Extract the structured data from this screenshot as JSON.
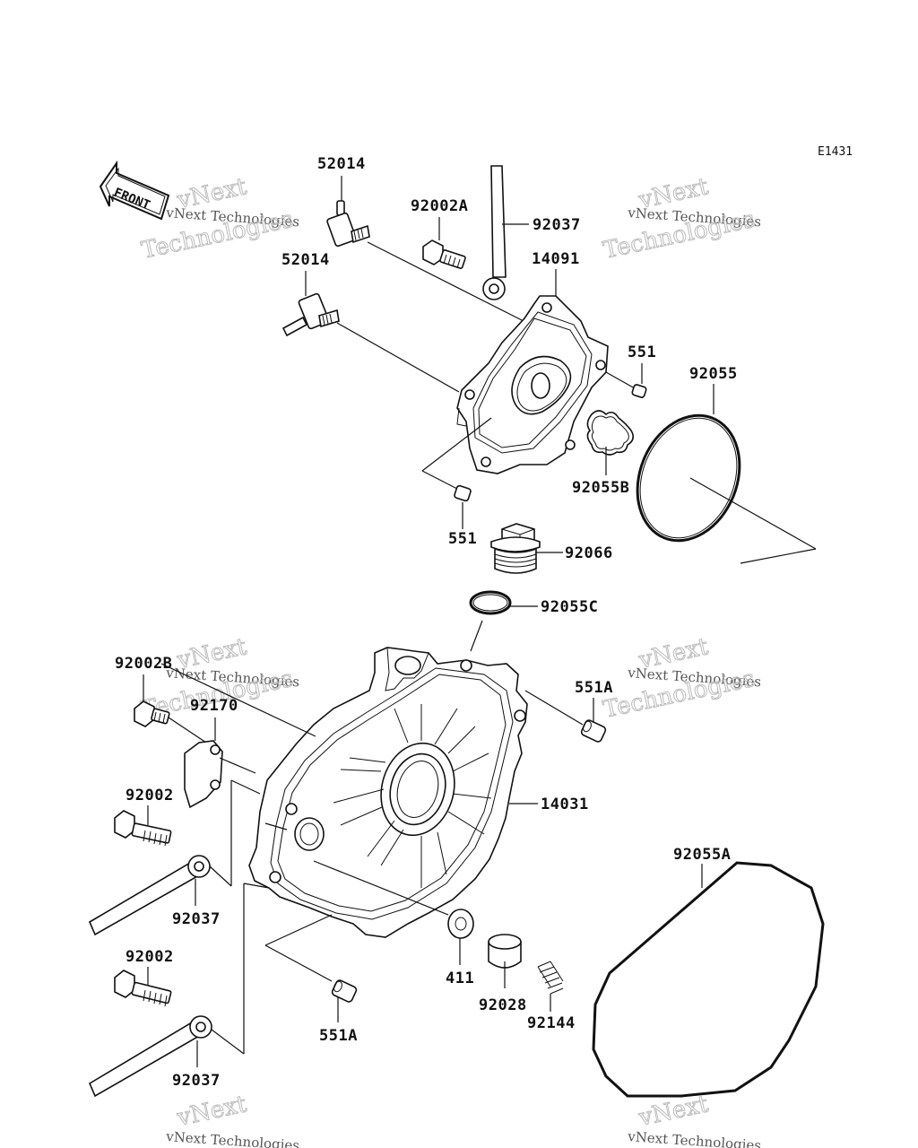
{
  "diagram_code": "E1431",
  "front_label": "FRONT",
  "watermark": {
    "line1": "vNext Technologies",
    "line2": "vNext",
    "line3": "Technologies"
  },
  "callouts": {
    "c52014_a": "52014",
    "c52014_b": "52014",
    "c92002A": "92002A",
    "c92037_top": "92037",
    "c14091": "14091",
    "c551_upper": "551",
    "c92055": "92055",
    "c92055B": "92055B",
    "c551_lower": "551",
    "c92066": "92066",
    "c92055C": "92055C",
    "c92002B": "92002B",
    "c92170": "92170",
    "c551A_right": "551A",
    "c14031": "14031",
    "c92002_a": "92002",
    "c92037_mid": "92037",
    "c92055A": "92055A",
    "c411": "411",
    "c92028": "92028",
    "c92144": "92144",
    "c92002_b": "92002",
    "c551A_bottom": "551A",
    "c92037_bottom": "92037"
  }
}
